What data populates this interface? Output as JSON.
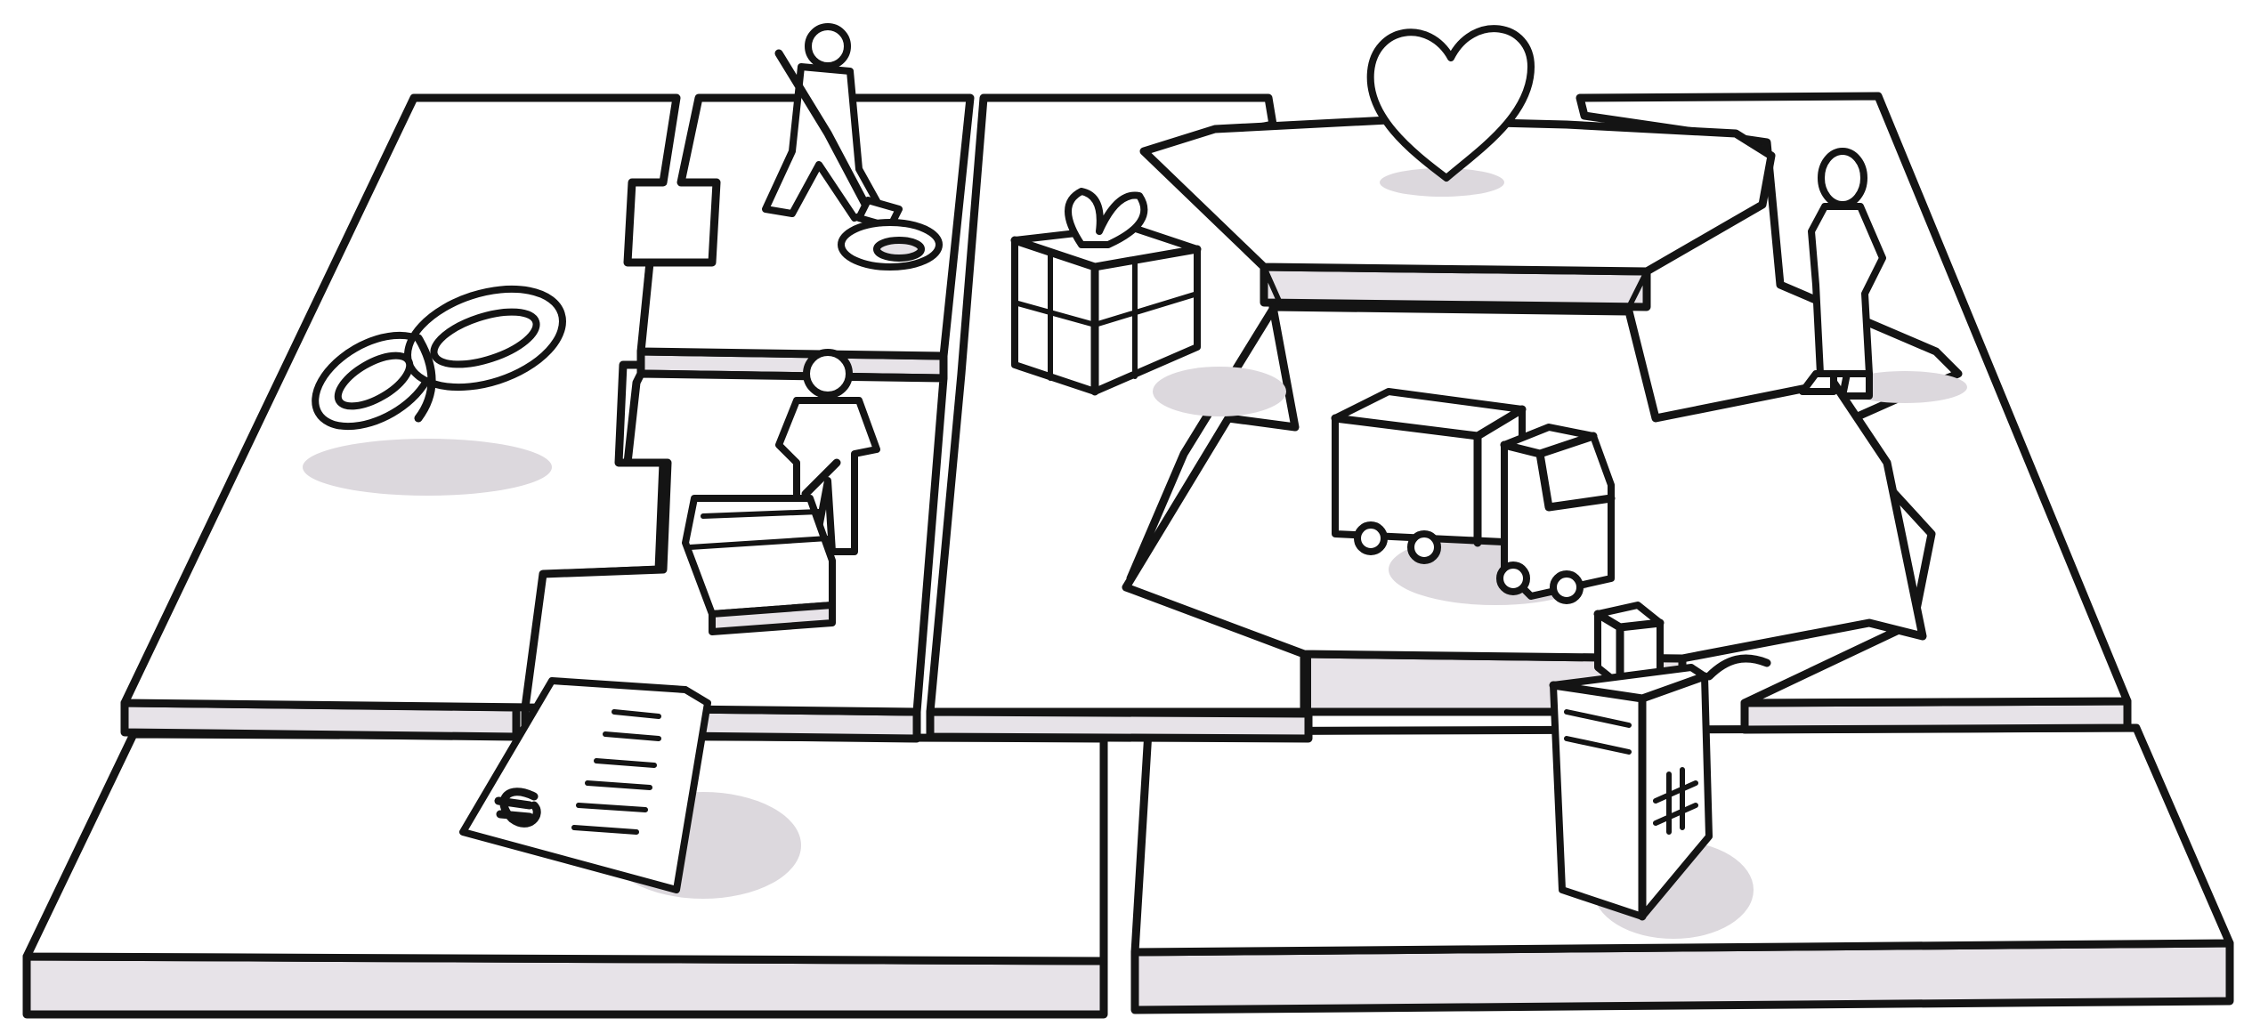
{
  "colors": {
    "ink": "#141414",
    "paper": "#ffffff",
    "marker_gray": "#e7e3e8",
    "shadow_gray": "#dcd8dd"
  },
  "canvas": {
    "blocks": [
      {
        "id": "key-partners",
        "icon": "chain-link-icon"
      },
      {
        "id": "key-activities",
        "icon": "person-digging-icon"
      },
      {
        "id": "key-resources",
        "icon": "person-with-cart-icon"
      },
      {
        "id": "value-propositions",
        "icon": "gift-box-icon"
      },
      {
        "id": "customer-relationships",
        "icon": "heart-icon"
      },
      {
        "id": "channels",
        "icon": "delivery-truck-icon"
      },
      {
        "id": "customer-segments",
        "icon": "person-standing-icon"
      },
      {
        "id": "cost-structure",
        "icon": "invoice-euro-icon"
      },
      {
        "id": "revenue-streams",
        "icon": "cash-register-icon"
      }
    ]
  }
}
